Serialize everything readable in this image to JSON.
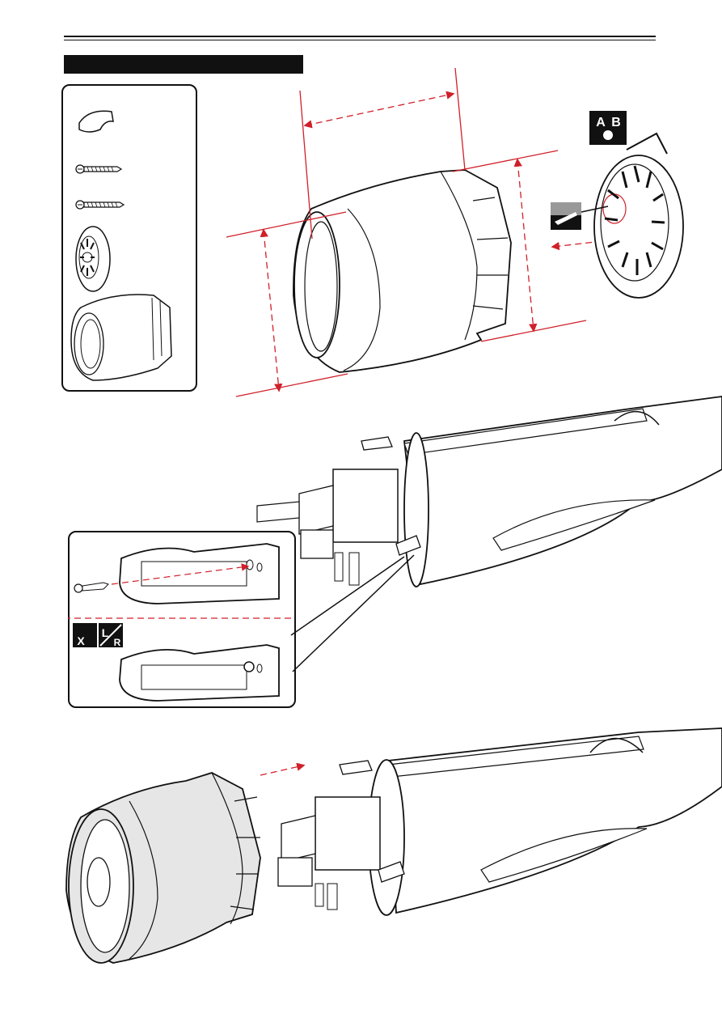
{
  "header": {
    "section_title": ""
  },
  "badges": {
    "ab_icon": {
      "letters": [
        "A",
        "B"
      ]
    },
    "x_icon": {
      "letter": "X"
    },
    "lr_icon": {
      "letters": [
        "L",
        "R"
      ]
    }
  },
  "parts": {
    "items": [
      "blind-nut-icon",
      "short-screw-icon",
      "long-screw-icon",
      "dummy-engine-icon",
      "cowling-icon"
    ]
  },
  "colors": {
    "accent": "#d0202a",
    "line": "#111111",
    "fill_grey": "#e6e6e6"
  }
}
